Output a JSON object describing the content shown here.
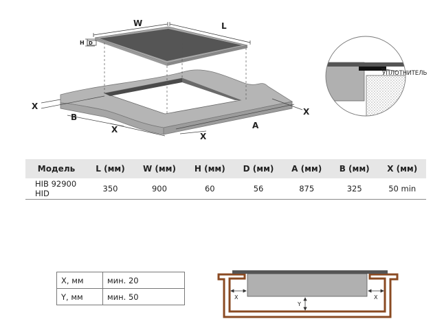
{
  "diagram": {
    "labels": {
      "w": "W",
      "l": "L",
      "h": "H",
      "d": "D",
      "x": "X",
      "b": "B",
      "a": "A",
      "seal": "УПЛОТНИТЕЛЬ"
    }
  },
  "spec_table": {
    "headers": [
      "Модель",
      "L (мм)",
      "W (мм)",
      "H (мм)",
      "D (мм)",
      "A (мм)",
      "B (мм)",
      "X (мм)"
    ],
    "rows": [
      [
        "HIB 92900 HID",
        "350",
        "900",
        "60",
        "56",
        "875",
        "325",
        "50 min"
      ]
    ]
  },
  "clearance_table": {
    "rows": [
      [
        "X, мм",
        "мин. 20"
      ],
      [
        "Y, мм",
        "мин. 50"
      ]
    ]
  },
  "cabinet_diagram": {
    "labels": {
      "x_left": "X",
      "x_right": "X",
      "y": "Y"
    }
  },
  "colors": {
    "glass": "#555555",
    "frame": "#a9a9a9",
    "worktop": "#b3b3b3",
    "cabinet": "#8a4a22"
  }
}
